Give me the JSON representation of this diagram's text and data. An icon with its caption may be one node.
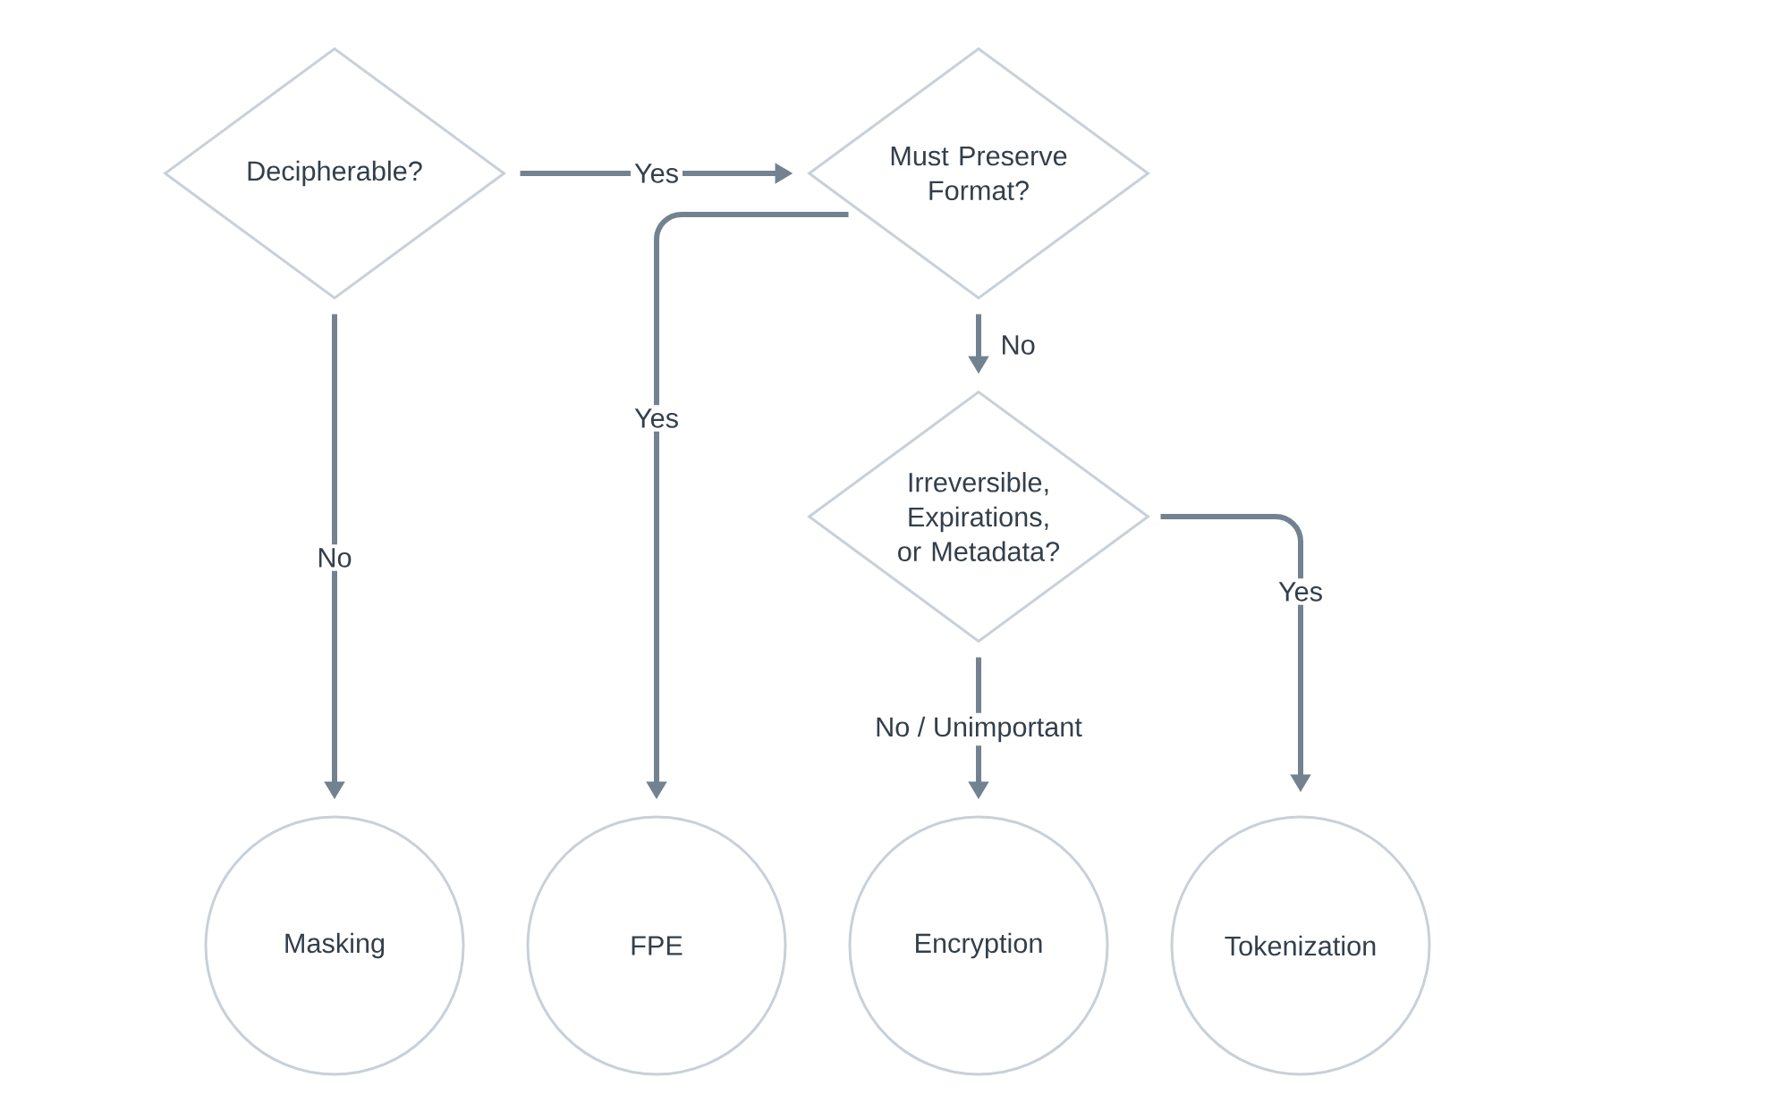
{
  "diagram": {
    "nodes": [
      {
        "text": [
          "Decipherable?"
        ]
      },
      {
        "text": [
          "Must Preserve Format?"
        ]
      },
      {
        "text": [
          "Irreversible, Expirations, or Metadata?"
        ]
      },
      {
        "text": [
          "Masking"
        ]
      },
      {
        "text": [
          "FPE"
        ]
      },
      {
        "text": [
          "Encryption"
        ]
      },
      {
        "text": [
          "Tokenization"
        ]
      }
    ],
    "edges": [
      {
        "from": 0,
        "to": 1,
        "arrow": "to",
        "label": "Yes"
      },
      {
        "from": 1,
        "to": 4,
        "arrow": "to",
        "label": "Yes"
      },
      {
        "from": 1,
        "to": 2,
        "arrow": "to",
        "label": "No"
      },
      {
        "from": 0,
        "to": 3,
        "arrow": "to",
        "label": "No"
      },
      {
        "from": 2,
        "to": 5,
        "arrow": "to",
        "label": "No / Unimportant"
      },
      {
        "from": 2,
        "to": 6,
        "arrow": "to",
        "label": "Yes"
      }
    ]
  }
}
